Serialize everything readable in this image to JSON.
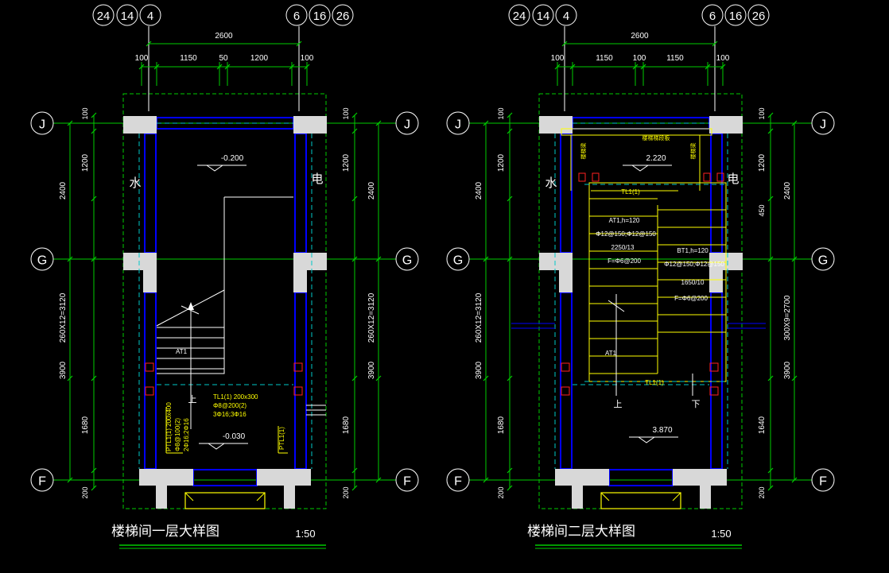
{
  "drawings": [
    {
      "title": "楼梯间一层大样图",
      "scale": "1:50",
      "axes_top_left": [
        "24",
        "14",
        "4"
      ],
      "axes_top_right": [
        "6",
        "16",
        "26"
      ],
      "axis_rows": [
        "J",
        "G",
        "F"
      ],
      "dim_total_top": "2600",
      "dims_top": [
        "100",
        "1150",
        "50",
        "1200",
        "100"
      ],
      "dims_left_outer": [
        "2400",
        "260X12=3120",
        "3900"
      ],
      "dims_left_inner": [
        "100",
        "1200",
        "1680",
        "200"
      ],
      "dims_right_outer": [
        "2400",
        "260X12=3120",
        "3900"
      ],
      "dims_right_inner": [
        "100",
        "1200",
        "1680",
        "200"
      ],
      "room_labels": [
        "水",
        "电"
      ],
      "elevations": [
        "-0.200",
        "-0.030"
      ],
      "direction_labels": [
        "上"
      ],
      "annotations": [
        "AT1",
        "TL1(1) 200x300",
        "Φ8@200(2)",
        "3Φ16;3Φ16",
        "PTL1(1) 200x400",
        "Φ8@100(2)",
        "2Φ16;2Φ16",
        "PTL1(1)"
      ]
    },
    {
      "title": "楼梯间二层大样图",
      "scale": "1:50",
      "axes_top_left": [
        "24",
        "14",
        "4"
      ],
      "axes_top_right": [
        "6",
        "16",
        "26"
      ],
      "axis_rows": [
        "J",
        "G",
        "F"
      ],
      "dim_total_top": "2600",
      "dims_top": [
        "100",
        "1150",
        "100",
        "1150",
        "100"
      ],
      "dims_left_outer": [
        "2400",
        "260X12=3120",
        "3900"
      ],
      "dims_left_inner": [
        "100",
        "1200",
        "1680",
        "200"
      ],
      "dims_right_outer": [
        "2400",
        "300X9=2700",
        "3900"
      ],
      "dims_right_inner": [
        "100",
        "1200",
        "450",
        "1640",
        "200"
      ],
      "room_labels": [
        "水",
        "电"
      ],
      "elevations": [
        "2.220",
        "3.870"
      ],
      "direction_labels": [
        "上",
        "下"
      ],
      "annotations": [
        "TL1(1)",
        "AT1,h=120",
        "Φ12@150;Φ12@150",
        "2250/13",
        "F=Φ6@200",
        "BT1,h=120",
        "Φ12@150;Φ12@150",
        "1650/10",
        "F=Φ6@200",
        "AT1",
        "TL1(1)",
        "楼梯梯段板",
        "楼梯梁",
        "楼梯梁"
      ]
    }
  ],
  "colors": {
    "background": "#000000",
    "wall_outline": "#0000ff",
    "column_fill": "#d8d8d8",
    "dimension": "#00cc00",
    "annotation": "#ffff00",
    "hidden_line": "#00c8c8",
    "rebar": "#ff2020",
    "text": "#ffffff"
  }
}
